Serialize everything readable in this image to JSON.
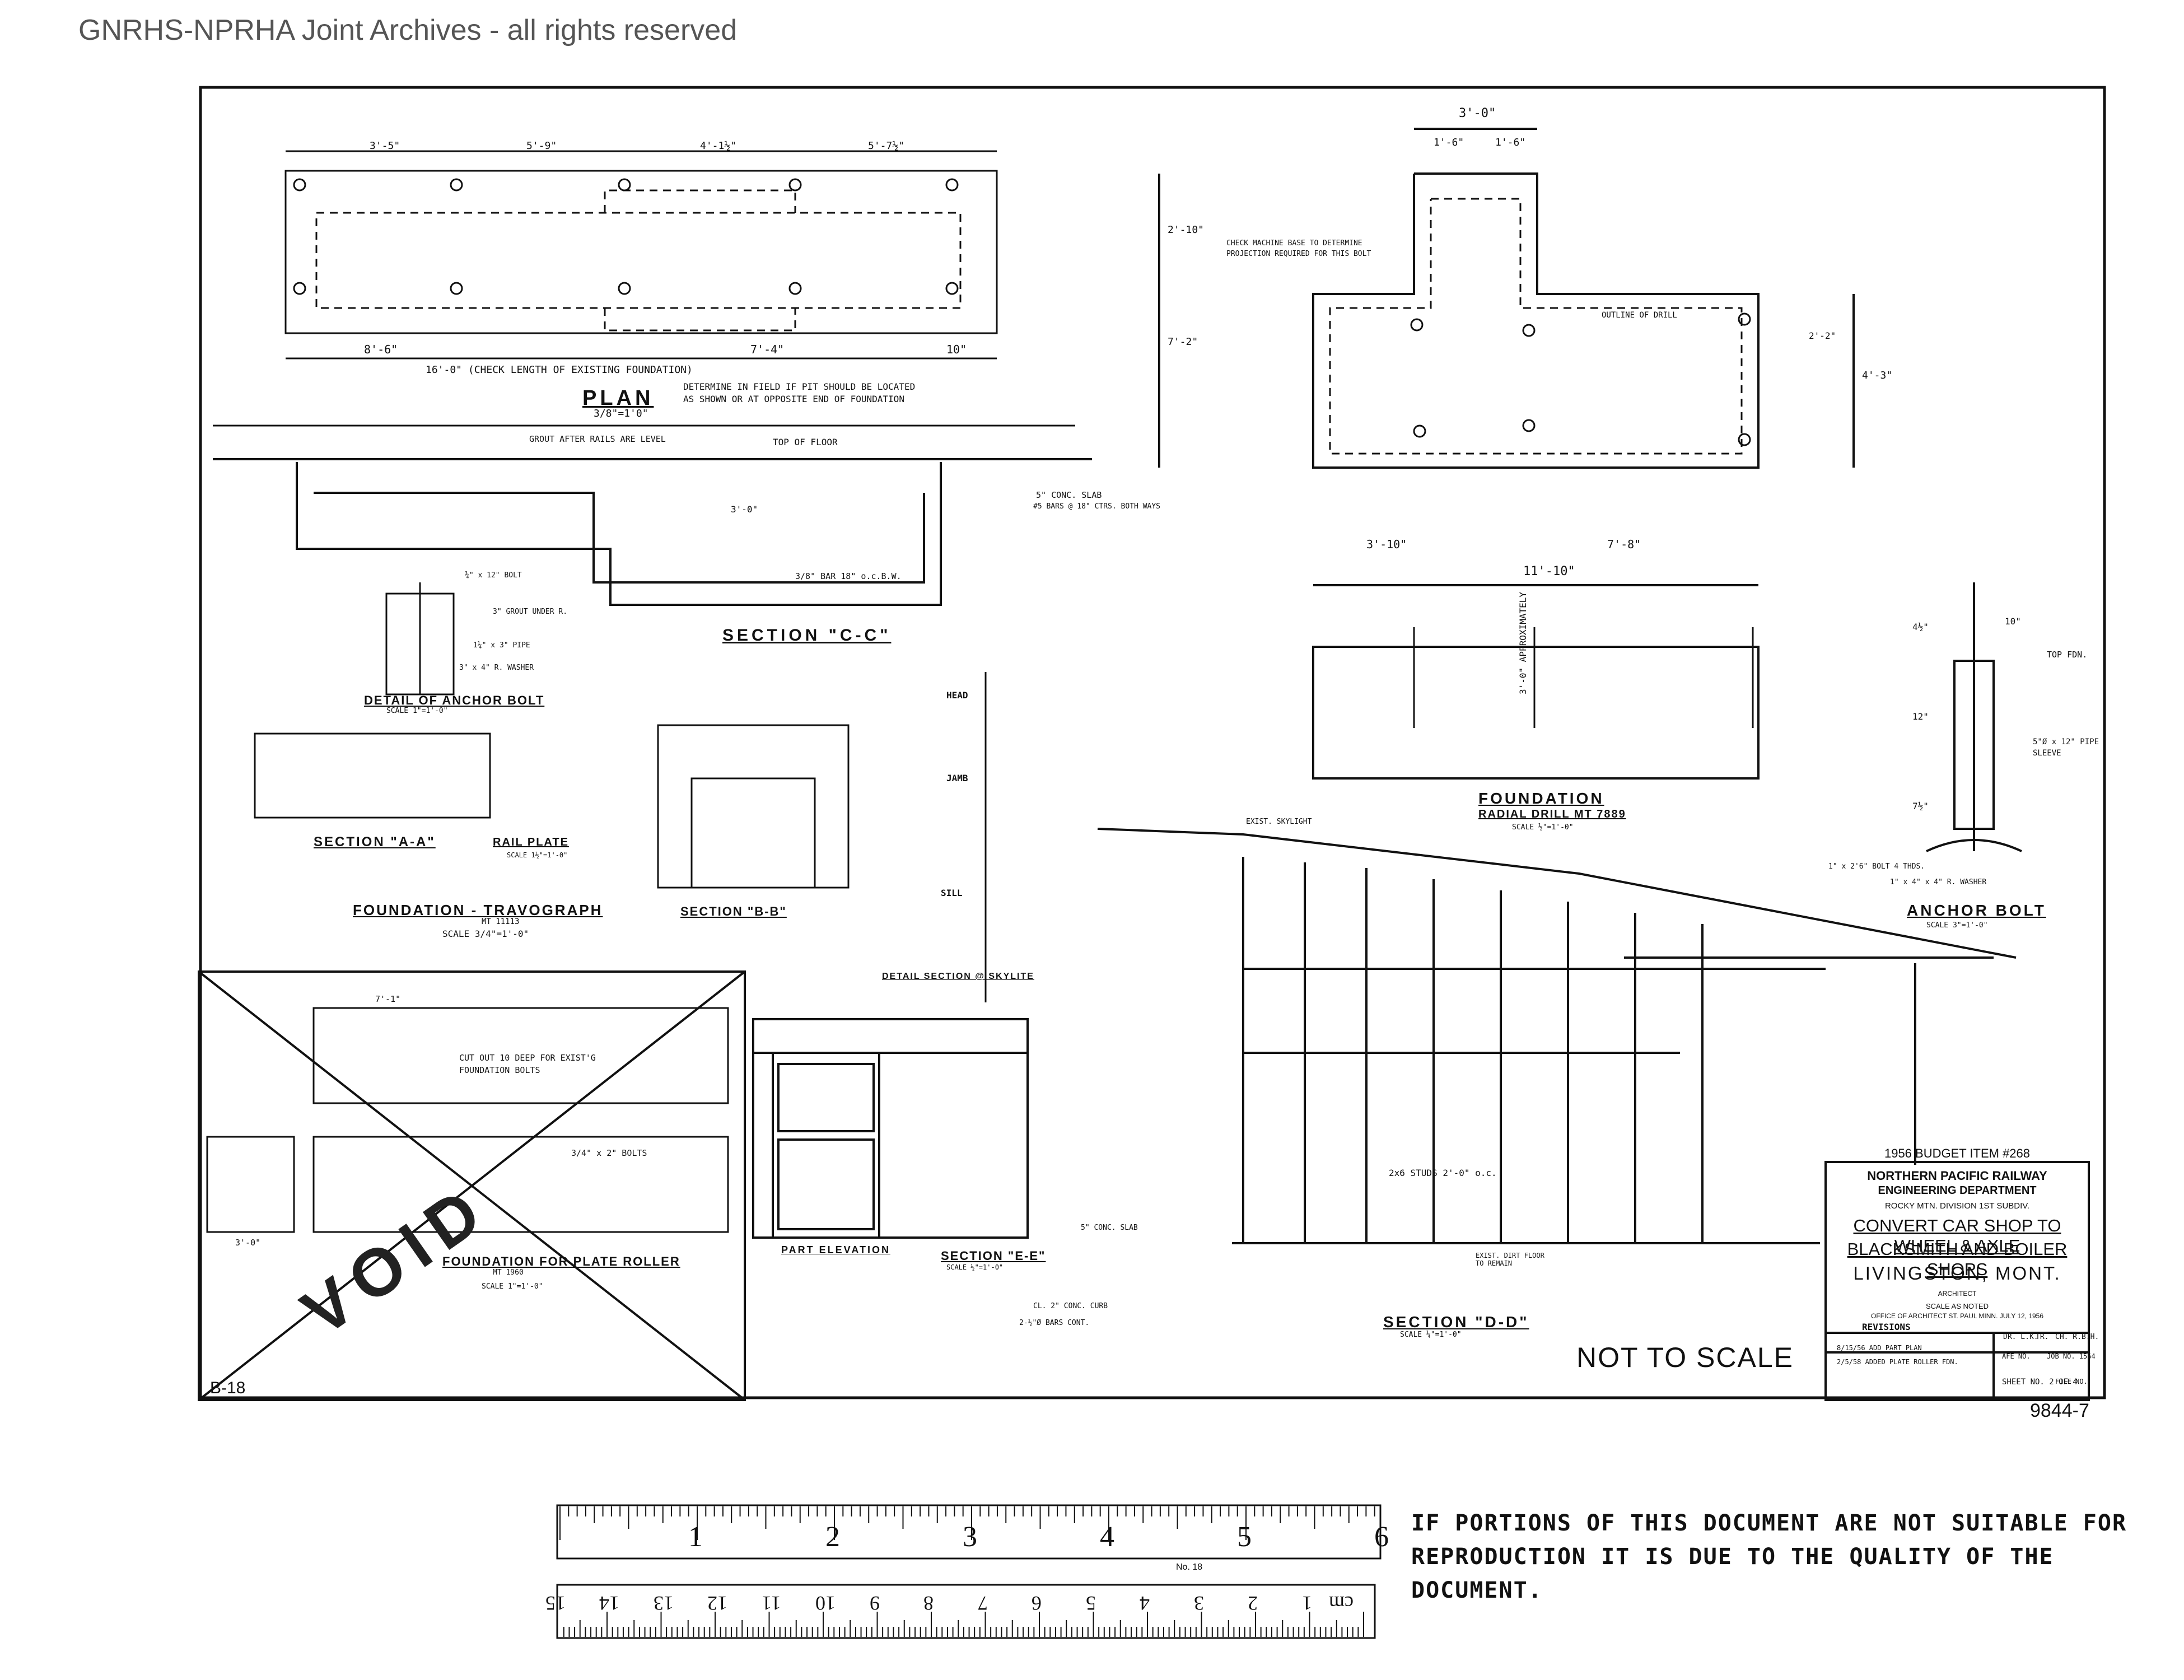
{
  "watermark": "GNRHS-NPRHA Joint Archives - all rights reserved",
  "views": {
    "plan": {
      "title": "PLAN",
      "scale": "3/8\"=1'0\""
    },
    "plan_dims": {
      "overall": "16'-0\" (CHECK LENGTH OF EXISTING FOUNDATION)",
      "d1": "8'-6\"",
      "d2": "7'-4\"",
      "d3": "10\"",
      "d4": "3'-5\"",
      "d5": "5'-9\"",
      "d6": "4'-1½\"",
      "d7": "5'-7½\""
    },
    "plan_note": "DETERMINE IN FIELD IF PIT SHOULD BE LOCATED AS SHOWN OR AT OPPOSITE END OF FOUNDATION",
    "section_cc": {
      "title": "SECTION \"C-C\"",
      "notes": [
        "GROUT AFTER RAILS ARE LEVEL",
        "TOP OF FLOOR",
        "5\" CONC. SLAB",
        "#5 BARS @ 18\" CTRS. BOTH WAYS",
        "3/8\" BAR 18\" o.c.B.W.",
        "3'-0\""
      ]
    },
    "anchor_detail": {
      "title": "DETAIL OF ANCHOR BOLT",
      "scale": "SCALE 1\"=1'-0\"",
      "notes": [
        "¾\" x 12\" BOLT",
        "3\" GROUT UNDER R.",
        "1¼\" x 3\" PIPE",
        "3\" x 4\" R. WASHER"
      ]
    },
    "section_aa": {
      "title": "SECTION \"A-A\""
    },
    "rail_plate": {
      "title": "RAIL PLATE",
      "scale": "SCALE 1½\"=1'-0\""
    },
    "section_bb": {
      "title": "SECTION \"B-B\""
    },
    "travograph": {
      "title": "FOUNDATION - TRAVOGRAPH",
      "sub": "MT 11113",
      "scale": "SCALE 3/4\"=1'-0\""
    },
    "radial_plan": {
      "dims": [
        "3'-0\"",
        "1'-6\"",
        "1'-6\"",
        "2'-10\"",
        "7'-2\"",
        "4'-3\"",
        "3'-10\"",
        "7'-8\"",
        "11'-10\"",
        "2'-2\""
      ],
      "notes": [
        "CHECK MACHINE BASE TO DETERMINE PROJECTION REQUIRED FOR THIS BOLT",
        "OUTLINE OF DRILL"
      ]
    },
    "radial": {
      "title": "FOUNDATION",
      "sub": "RADIAL DRILL MT 7889",
      "scale": "SCALE ½\"=1'-0\"",
      "approx": "3'-0\" APPROXIMATELY"
    },
    "anchor_bolt": {
      "title": "ANCHOR BOLT",
      "scale": "SCALE 3\"=1'-0\"",
      "notes": [
        "TOP FDN.",
        "5\"Ø x 12\" PIPE SLEEVE",
        "1\" x 2'6\" BOLT 4 THDS.",
        "1\" x 4\" x 4\" R. WASHER",
        "10\"",
        "12\"",
        "7½\"",
        "4½\""
      ]
    },
    "part_elevation": {
      "title": "PART ELEVATION"
    },
    "section_ee": {
      "title": "SECTION \"E-E\"",
      "scale": "SCALE ½\"=1'-0\""
    },
    "section_dd": {
      "title": "SECTION \"D-D\"",
      "scale": "SCALE ¼\"=1'-0\""
    },
    "detail_wall": {
      "title": "DETAIL SECTION @ SKYLITE",
      "notes": [
        "HEAD",
        "JAMB",
        "SILL",
        "EXIST. SKYLIGHT",
        "EXIST. DIRT FLOOR TO REMAIN",
        "2x6 STUDS 2'-0\" o.c.",
        "5\" CONC. SLAB",
        "CL. 2\" CONC. CURB",
        "2-½\"Ø BARS CONT."
      ]
    },
    "plate_roller": {
      "title": "FOUNDATION FOR PLATE ROLLER",
      "sub": "MT 1960",
      "scale": "SCALE 1\"=1'-0\"",
      "notes": [
        "CUT OUT 10 DEEP FOR EXIST'G FOUNDATION BOLTS",
        "3/4\" x 2\" BOLTS",
        "3'-0\"",
        "7'-1\""
      ],
      "void": "VOID",
      "sheet_ref": "B-18"
    }
  },
  "not_to_scale": "NOT TO SCALE",
  "title_block": {
    "budget": "1956 BUDGET ITEM #268",
    "company": "NORTHERN PACIFIC RAILWAY",
    "dept": "ENGINEERING DEPARTMENT",
    "division": "ROCKY MTN. DIVISION  1ST SUBDIV.",
    "line1": "CONVERT CAR SHOP TO WHEEL & AXLE",
    "line2": "BLACKSMITH AND BOILER SHOPS",
    "line3": "LIVINGSTON, MONT.",
    "architect": "ARCHITECT",
    "scale": "SCALE AS NOTED",
    "office": "OFFICE OF ARCHITECT  ST. PAUL  MINN. JULY 12, 1956",
    "revisions": "REVISIONS",
    "rev_rows": [
      "8/15/56  ADD PART PLAN",
      "2/5/58  ADDED PLATE ROLLER FDN."
    ],
    "dr": "DR. L.K.",
    "tr": "TR.",
    "ch": "CH. R.B.H.",
    "afe": "AFE NO.",
    "job": "JOB NO. 1564",
    "sheet": "SHEET NO. 2 OF 4",
    "file": "FILE NO."
  },
  "drawing_number": "9844-7",
  "ruler": {
    "inch_marks": [
      "1",
      "2",
      "3",
      "4",
      "5",
      "6"
    ],
    "cm_marks": [
      "cm",
      "1",
      "2",
      "3",
      "4",
      "5",
      "6",
      "7",
      "8",
      "9",
      "10",
      "11",
      "12",
      "13",
      "14",
      "15"
    ],
    "maker": "No. 18"
  },
  "notice": "IF PORTIONS OF THIS DOCUMENT ARE NOT SUITABLE FOR REPRODUCTION IT IS DUE TO THE QUALITY OF THE DOCUMENT."
}
